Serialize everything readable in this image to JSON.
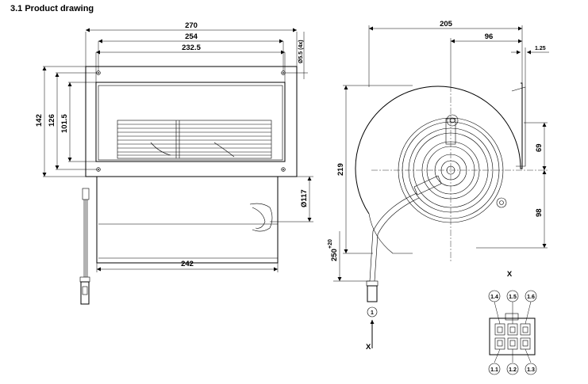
{
  "heading": "3.1 Product drawing",
  "side_view": {
    "dims": {
      "overall_width": "270",
      "hole_spacing": "254",
      "opening_width": "232.5",
      "hole_dia": "Ø5.5 (4x)",
      "overall_height": "142",
      "hole_height": "126",
      "opening_height": "101.5",
      "body_dia": "Ø117",
      "body_width": "242"
    }
  },
  "front_view": {
    "dims": {
      "depth": "205",
      "offset_96_top": "96",
      "flange_thickness": "1.25",
      "height_219": "219",
      "dim_69": "69",
      "dim_98": "98",
      "cable_length": "250",
      "cable_tol": "+20"
    },
    "callout_marker": "1",
    "view_label": "X"
  },
  "connector": {
    "title": "X",
    "pins_top": [
      "1.4",
      "1.5",
      "1.6"
    ],
    "pins_bottom": [
      "1.1",
      "1.2",
      "1.3"
    ]
  }
}
